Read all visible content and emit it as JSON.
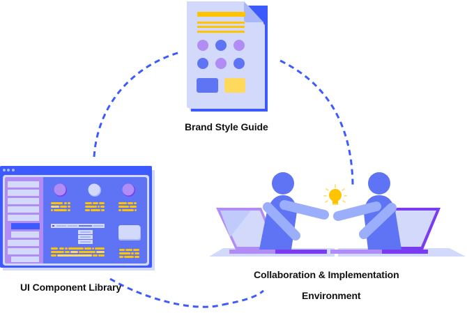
{
  "diagram": {
    "nodes": [
      {
        "id": "brand",
        "label": "Brand Style Guide",
        "icon": "document-icon"
      },
      {
        "id": "library",
        "label": "UI Component Library",
        "icon": "browser-window-icon"
      },
      {
        "id": "collab",
        "label_line1": "Collaboration & Implementation",
        "label_line2": "Environment",
        "icon": "handshake-people-icon"
      }
    ],
    "edges": [
      {
        "from": "library",
        "to": "brand",
        "style": "dashed"
      },
      {
        "from": "brand",
        "to": "collab",
        "style": "dashed"
      },
      {
        "from": "library",
        "to": "collab",
        "style": "dashed"
      }
    ],
    "colors": {
      "primary_blue": "#3d5afe",
      "indigo": "#5f73f5",
      "light_blue": "#d2d9fb",
      "lavender": "#b18cf5",
      "purple": "#7a3cf0",
      "yellow": "#ffc400",
      "light_yellow": "#ffd95c",
      "dash": "#3d5afe"
    }
  }
}
